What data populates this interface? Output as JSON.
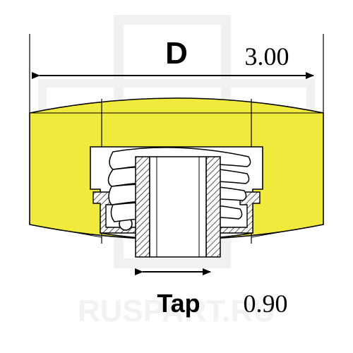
{
  "diagram": {
    "diameter_label": "D",
    "diameter_value": "3.00",
    "tap_label": "Tap",
    "tap_value": "0.90"
  },
  "watermark": {
    "text": "RUSPART.RU"
  },
  "colors": {
    "body": "#f0ea3c",
    "ink": "#000000",
    "hatch_bg": "#ffffff",
    "watermark": "#e9e9e9"
  },
  "icons": {
    "arrowhead": "arrow-head-icon"
  }
}
